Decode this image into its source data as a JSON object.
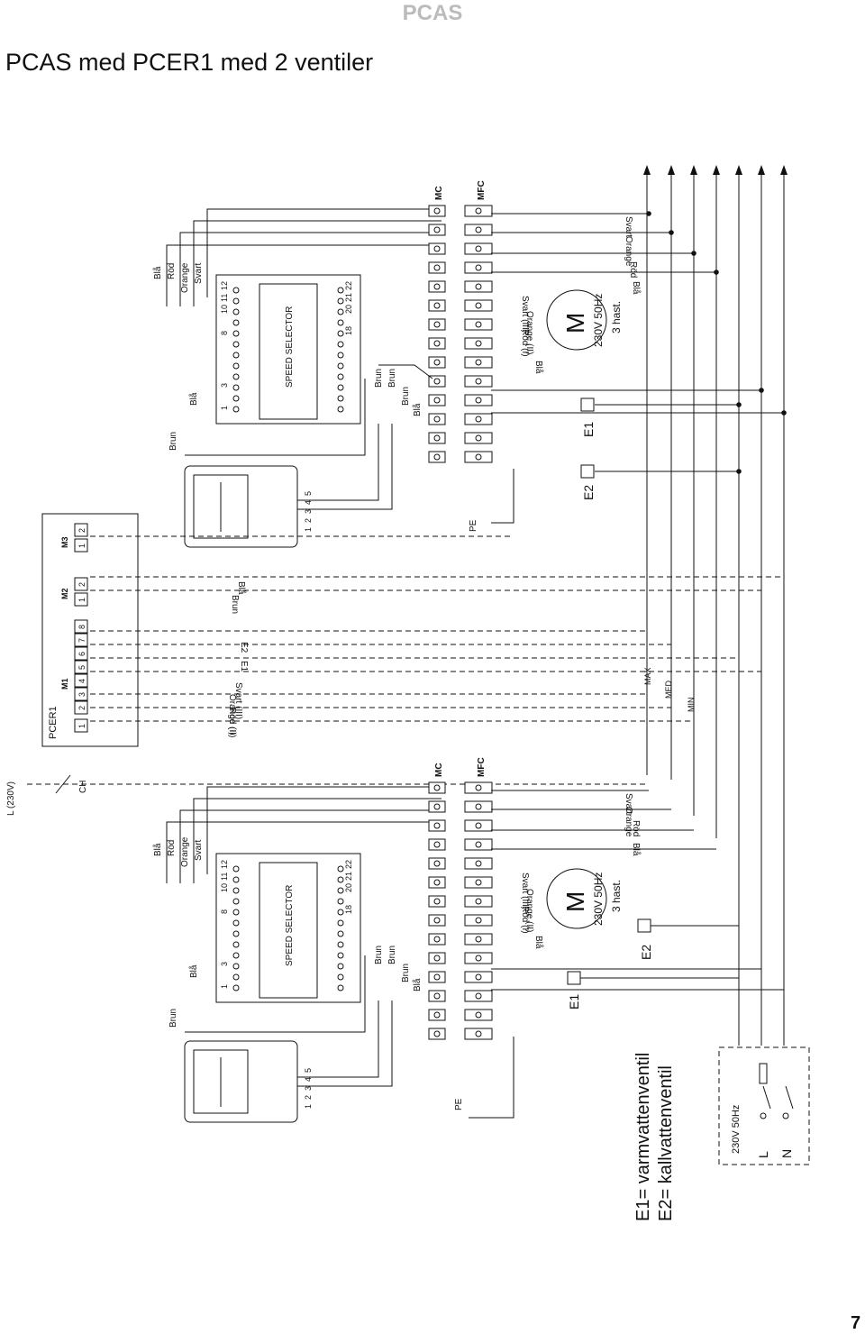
{
  "header": {
    "brand": "PCAS",
    "title": "PCAS med PCER1 med 2 ventiler",
    "page_number": "7"
  },
  "unit_top": {
    "terminal_group_mc": "MC",
    "terminal_group_mfc": "MFC",
    "speed_selector_label": "SPEED SELECTOR",
    "selector_terminals_top": [
      "1",
      "3",
      "8",
      "10",
      "11",
      "12"
    ],
    "selector_terminals_bottom": [
      "18",
      "20",
      "21",
      "22"
    ],
    "wire_labels_upper": [
      "Blå",
      "Röd",
      "Orange",
      "Svart"
    ],
    "wire_label_brun": "Brun",
    "wire_label_bla": "Blå",
    "brown_wires": [
      "Brun",
      "Brun",
      "Brun"
    ],
    "motor_symbol": "M",
    "motor_spec": "230V  50Hz",
    "motor_speeds": "3 hast.",
    "motor_wires": [
      "Blå",
      "Röd (I)",
      "Orange (II)",
      "Svart (III)"
    ],
    "valves": [
      "E1",
      "E2"
    ],
    "pe": "PE",
    "thermostat_terminals": [
      "1",
      "2",
      "3",
      "4",
      "5"
    ],
    "right_wires": [
      "Svart",
      "Orange",
      "Röd",
      "Blå"
    ]
  },
  "unit_bottom": {
    "terminal_group_mc": "MC",
    "terminal_group_mfc": "MFC",
    "speed_selector_label": "SPEED SELECTOR",
    "selector_terminals_top": [
      "1",
      "3",
      "8",
      "10",
      "11",
      "12"
    ],
    "selector_terminals_bottom": [
      "18",
      "20",
      "21",
      "22"
    ],
    "wire_labels_upper": [
      "Blå",
      "Röd",
      "Orange",
      "Svart"
    ],
    "wire_label_brun": "Brun",
    "wire_label_bla": "Blå",
    "brown_wires": [
      "Brun",
      "Brun",
      "Brun"
    ],
    "motor_symbol": "M",
    "motor_spec": "230V  50Hz",
    "motor_speeds": "3 hast.",
    "motor_wires": [
      "Blå",
      "Röd (I)",
      "Orange (II)",
      "Svart (III)"
    ],
    "valves": [
      "E1",
      "E2"
    ],
    "pe": "PE",
    "thermostat_terminals": [
      "1",
      "2",
      "3",
      "4",
      "5"
    ],
    "right_wires": [
      "Svart",
      "Orange",
      "Röd",
      "Blå"
    ]
  },
  "pcer1": {
    "label": "PCER1",
    "m1": "M1",
    "m2": "M2",
    "m3": "M3",
    "m1_terminals": [
      "1",
      "2",
      "3",
      "4",
      "5",
      "6",
      "7",
      "8"
    ],
    "m2_terminals": [
      "1",
      "2"
    ],
    "m3_terminals": [
      "1",
      "2"
    ],
    "bus_labels": [
      "Röd (I)",
      "Orange (II)",
      "Svart (III)",
      "E1",
      "E2",
      "Brun",
      "Blå"
    ],
    "speed_labels": [
      "MAX",
      "MED",
      "MIN"
    ]
  },
  "supply": {
    "line_label": "L (230V)",
    "ch": "CH",
    "box_label": "230V 50Hz",
    "l": "L",
    "n": "N"
  },
  "legend": {
    "e1": "E1= varmvattenventil",
    "e2": "E2= kallvattenventil"
  }
}
